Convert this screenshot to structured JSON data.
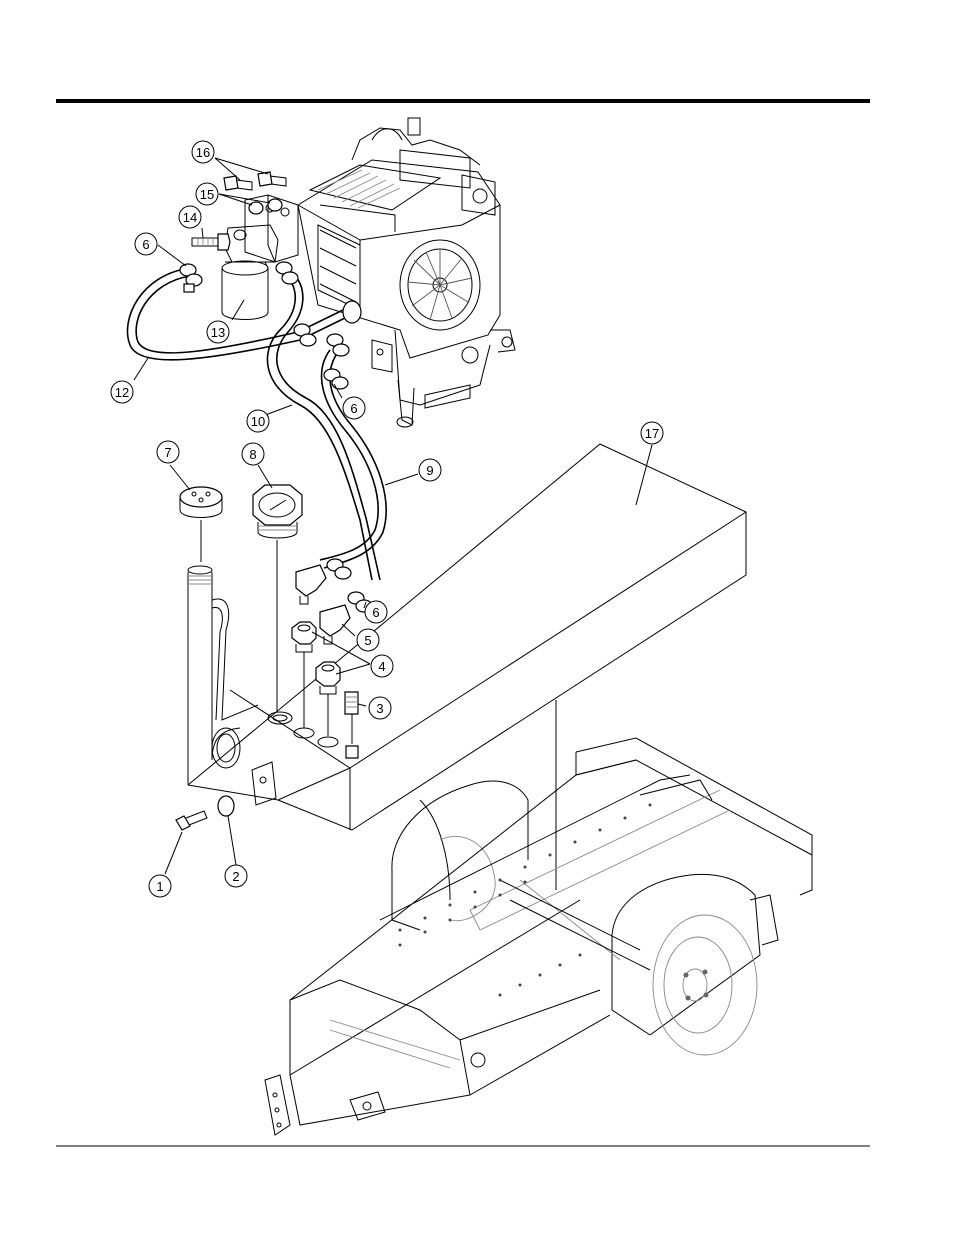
{
  "callouts": [
    {
      "num": "1"
    },
    {
      "num": "2"
    },
    {
      "num": "3"
    },
    {
      "num": "4"
    },
    {
      "num": "5"
    },
    {
      "num": "6"
    },
    {
      "num": "6"
    },
    {
      "num": "6"
    },
    {
      "num": "7"
    },
    {
      "num": "8"
    },
    {
      "num": "9"
    },
    {
      "num": "10"
    },
    {
      "num": "12"
    },
    {
      "num": "13"
    },
    {
      "num": "14"
    },
    {
      "num": "15"
    },
    {
      "num": "16"
    },
    {
      "num": "17"
    }
  ]
}
